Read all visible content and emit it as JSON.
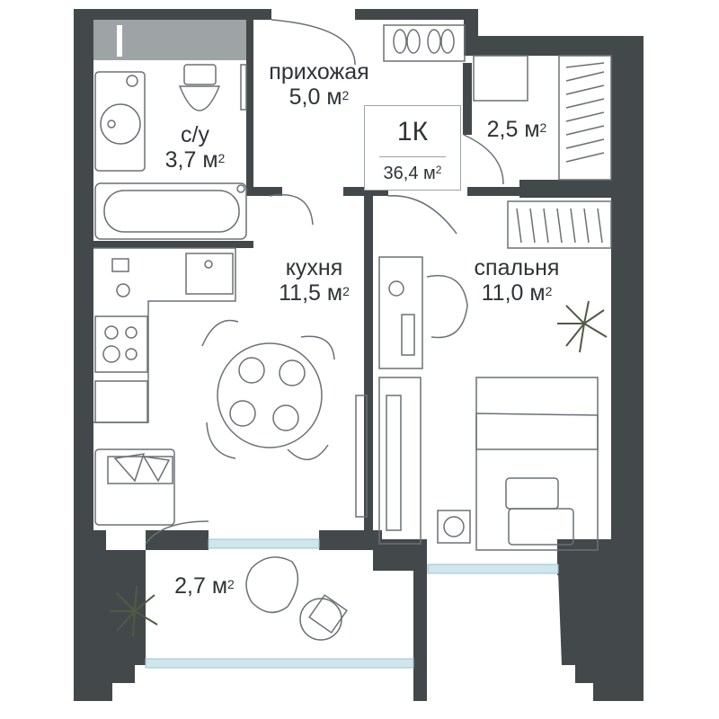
{
  "plan": {
    "colors": {
      "wall": "#43484b",
      "line": "#6b7074",
      "window": "#cfe6ec",
      "plant": "#5d6a4f",
      "window_bar": "#2b2f32"
    },
    "badge": {
      "type": "1К",
      "total_area": "36,4 м",
      "area_unit_power": "2"
    },
    "rooms": [
      {
        "id": "hallway",
        "name": "прихожая",
        "area": "5,0 м",
        "power": "2"
      },
      {
        "id": "bathroom",
        "name": "с/у",
        "area": "3,7 м",
        "power": "2"
      },
      {
        "id": "storage",
        "name": "",
        "area": "2,5 м",
        "power": "2"
      },
      {
        "id": "kitchen",
        "name": "кухня",
        "area": "11,5 м",
        "power": "2"
      },
      {
        "id": "bedroom",
        "name": "спальня",
        "area": "11,0 м",
        "power": "2"
      },
      {
        "id": "balcony",
        "name": "",
        "area": "2,7 м",
        "power": "2"
      }
    ],
    "icons": [
      "slippers-icon",
      "toilet-icon",
      "sink-icon",
      "bathtub-icon",
      "stove-icon",
      "dining-table-icon",
      "sofa-icon",
      "bed-icon",
      "wardrobe-icon",
      "washing-machine-icon",
      "plant-icon",
      "armchair-icon",
      "door-swing-icon"
    ]
  }
}
